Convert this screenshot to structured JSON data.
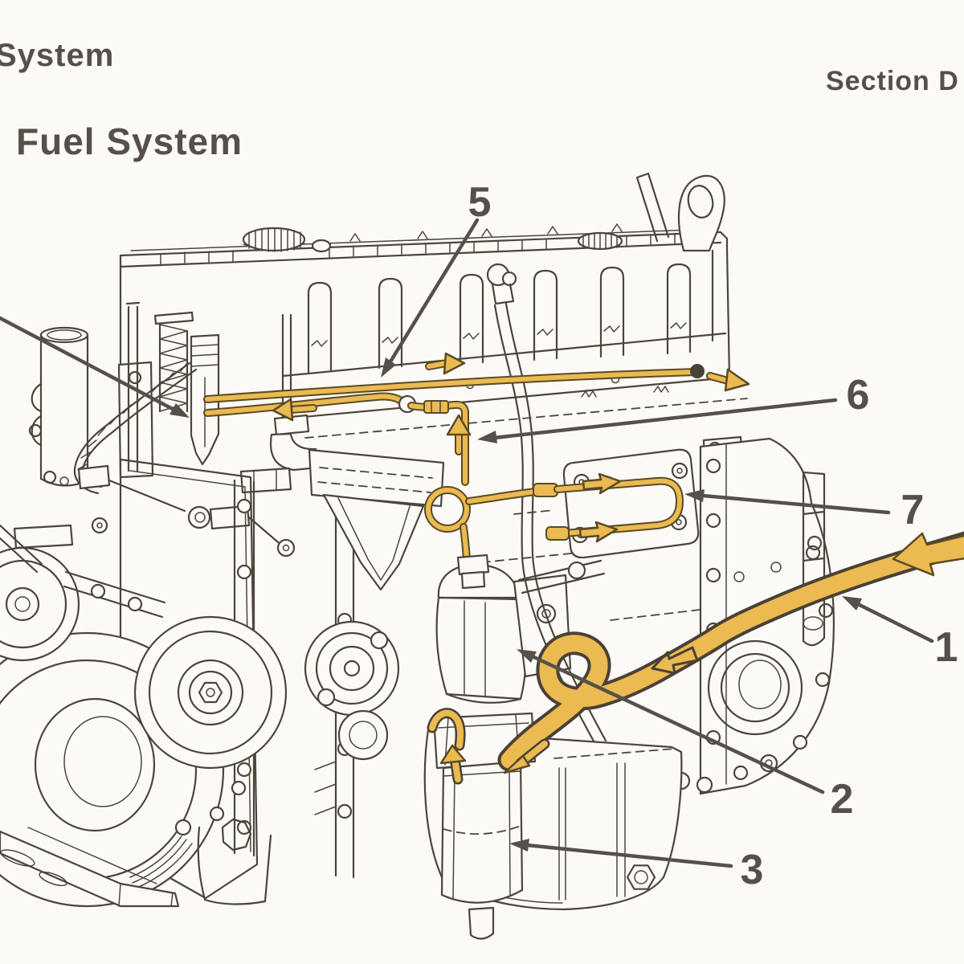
{
  "page": {
    "header_left": "System",
    "title": "Fuel System",
    "section_label": "Section D"
  },
  "diagram": {
    "type": "engine-fuel-system-line-drawing",
    "callouts": [
      {
        "label": "5"
      },
      {
        "label": "6"
      },
      {
        "label": "7"
      },
      {
        "label": "1"
      },
      {
        "label": "2"
      },
      {
        "label": "3"
      }
    ]
  },
  "colors": {
    "ink": "#4d453c",
    "label": "#57504a",
    "paper": "#FBFAF6",
    "highlight": "#EBBA50",
    "highlight-casing": "#5a4b26"
  }
}
